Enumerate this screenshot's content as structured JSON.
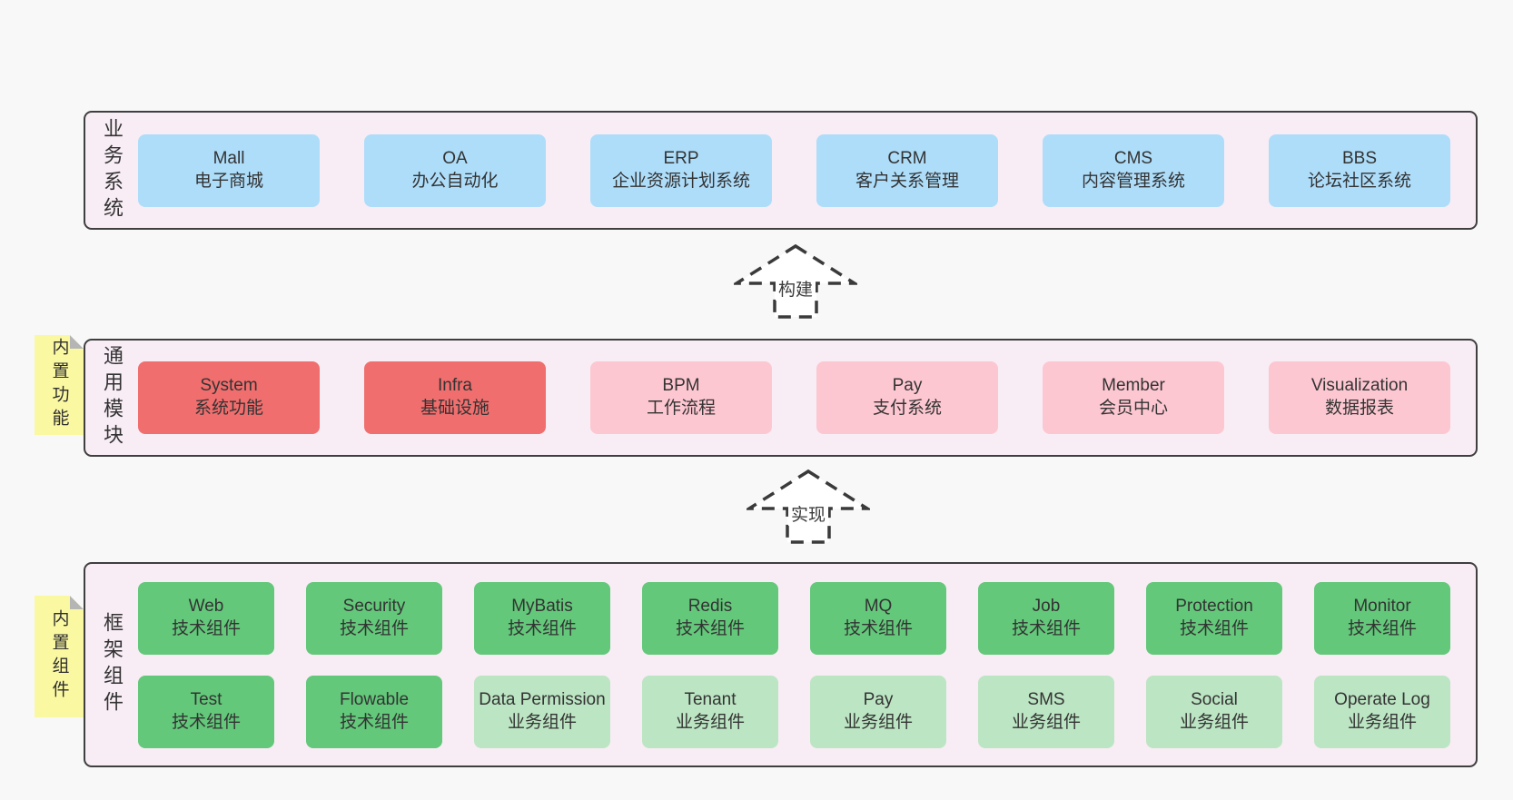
{
  "colors": {
    "page_background": "#f8f8f8",
    "layer_background": "#f8edf5",
    "layer_border": "#3f3f3f",
    "business_box": "#aeddfa",
    "module_box_highlight": "#f06e6e",
    "module_box": "#fdc7d1",
    "tech_component_box": "#63c87a",
    "biz_component_box": "#bce5c3",
    "sticky_note": "#fbf8a2",
    "sticky_note_fold": "#b5b5b5",
    "text": "#3b3b3b"
  },
  "arrows": [
    {
      "label": "构建"
    },
    {
      "label": "实现"
    }
  ],
  "layers": [
    {
      "label": "业务系统",
      "rows": [
        [
          {
            "title": "Mall",
            "subtitle": "电子商城",
            "variant": "blue"
          },
          {
            "title": "OA",
            "subtitle": "办公自动化",
            "variant": "blue"
          },
          {
            "title": "ERP",
            "subtitle": "企业资源计划系统",
            "variant": "blue"
          },
          {
            "title": "CRM",
            "subtitle": "客户关系管理",
            "variant": "blue"
          },
          {
            "title": "CMS",
            "subtitle": "内容管理系统",
            "variant": "blue"
          },
          {
            "title": "BBS",
            "subtitle": "论坛社区系统",
            "variant": "blue"
          }
        ]
      ]
    },
    {
      "label": "通用模块",
      "note": "内置功能",
      "rows": [
        [
          {
            "title": "System",
            "subtitle": "系统功能",
            "variant": "red"
          },
          {
            "title": "Infra",
            "subtitle": "基础设施",
            "variant": "red"
          },
          {
            "title": "BPM",
            "subtitle": "工作流程",
            "variant": "pink"
          },
          {
            "title": "Pay",
            "subtitle": "支付系统",
            "variant": "pink"
          },
          {
            "title": "Member",
            "subtitle": "会员中心",
            "variant": "pink"
          },
          {
            "title": "Visualization",
            "subtitle": "数据报表",
            "variant": "pink"
          }
        ]
      ]
    },
    {
      "label": "框架组件",
      "note": "内置组件",
      "rows": [
        [
          {
            "title": "Web",
            "subtitle": "技术组件",
            "variant": "green"
          },
          {
            "title": "Security",
            "subtitle": "技术组件",
            "variant": "green"
          },
          {
            "title": "MyBatis",
            "subtitle": "技术组件",
            "variant": "green"
          },
          {
            "title": "Redis",
            "subtitle": "技术组件",
            "variant": "green"
          },
          {
            "title": "MQ",
            "subtitle": "技术组件",
            "variant": "green"
          },
          {
            "title": "Job",
            "subtitle": "技术组件",
            "variant": "green"
          },
          {
            "title": "Protection",
            "subtitle": "技术组件",
            "variant": "green"
          },
          {
            "title": "Monitor",
            "subtitle": "技术组件",
            "variant": "green"
          }
        ],
        [
          {
            "title": "Test",
            "subtitle": "技术组件",
            "variant": "green"
          },
          {
            "title": "Flowable",
            "subtitle": "技术组件",
            "variant": "green"
          },
          {
            "title": "Data Permission",
            "subtitle": "业务组件",
            "variant": "lightgreen"
          },
          {
            "title": "Tenant",
            "subtitle": "业务组件",
            "variant": "lightgreen"
          },
          {
            "title": "Pay",
            "subtitle": "业务组件",
            "variant": "lightgreen"
          },
          {
            "title": "SMS",
            "subtitle": "业务组件",
            "variant": "lightgreen"
          },
          {
            "title": "Social",
            "subtitle": "业务组件",
            "variant": "lightgreen"
          },
          {
            "title": "Operate Log",
            "subtitle": "业务组件",
            "variant": "lightgreen"
          }
        ]
      ]
    }
  ]
}
